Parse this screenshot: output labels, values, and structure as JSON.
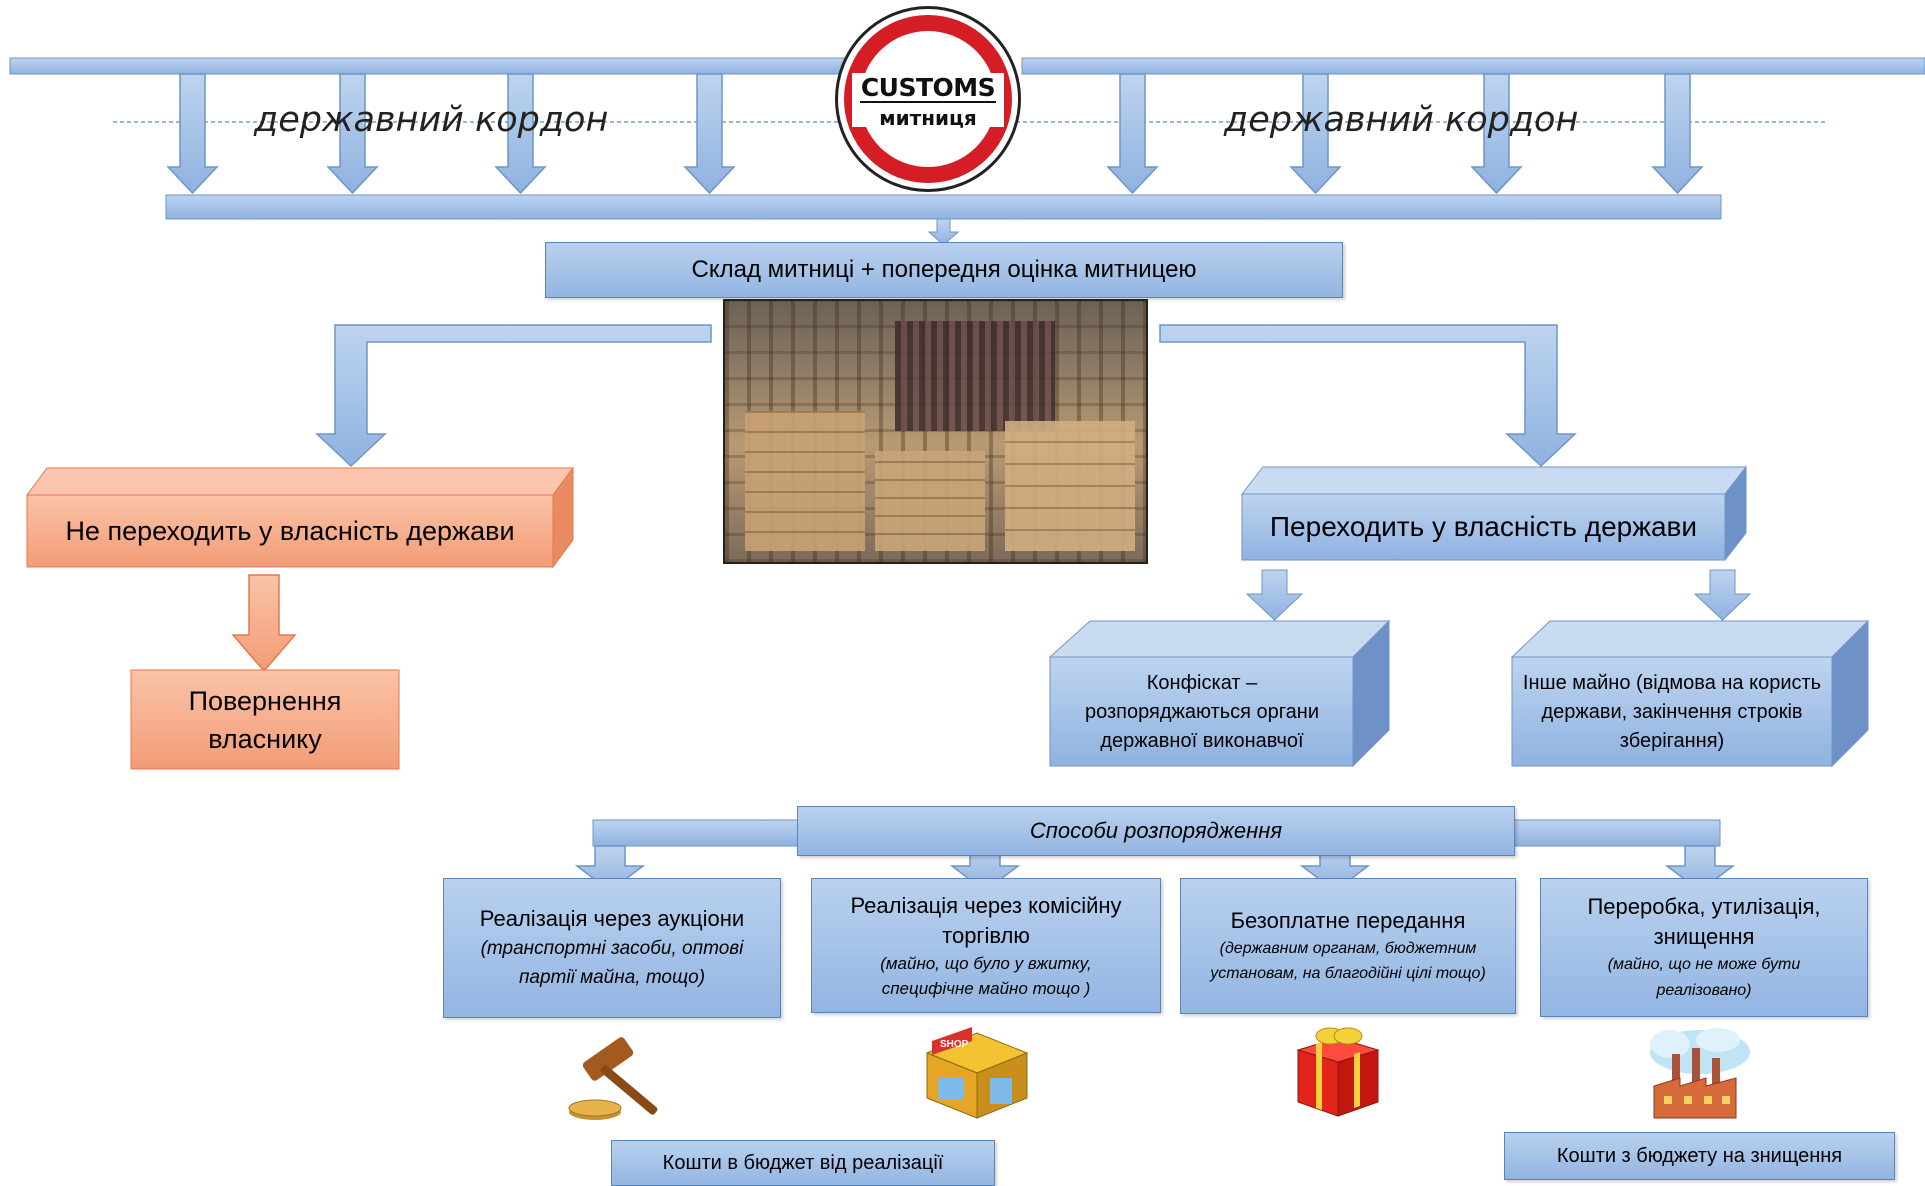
{
  "customs_sign": {
    "top": "CUSTOMS",
    "bottom": "митниця"
  },
  "border": {
    "left_label": "державний кордон",
    "right_label": "державний кордон"
  },
  "warehouse": {
    "label": "Склад митниці + попередня оцінка митницею"
  },
  "not_state": {
    "label": "Не переходить у власність держави",
    "result": "Повернення власнику"
  },
  "state": {
    "label": "Переходить у власність держави",
    "confiscation": "Конфіскат – розпоряджаються органи державної виконавчої",
    "other_property": "Інше майно (відмова на користь держави, закінчення строків зберігання)"
  },
  "disposal": {
    "title": "Способи розпорядження",
    "methods": [
      {
        "title": "Реалізація через аукціони",
        "note": "(транспортні засоби, оптові партії майна, тощо)",
        "icon": "gavel-icon"
      },
      {
        "title": "Реалізація через комісійну торгівлю",
        "note": "(майно, що було у вжитку, специфічне майно тощо )",
        "icon": "shop-icon"
      },
      {
        "title": "Безоплатне передання",
        "note": "(державним органам, бюджетним установам, на благодійні цілі тощо)",
        "icon": "gift-icon"
      },
      {
        "title": "Переробка, утилізація, знищення",
        "note": "(майно, що не може бути реалізовано)",
        "icon": "factory-icon"
      }
    ]
  },
  "budget": {
    "income": "Кошти в бюджет від реалізації",
    "expense": "Кошти з бюджету на знищення"
  },
  "colors": {
    "blue": "#9dbbe6",
    "blue_border": "#5b84b8",
    "orange": "#f6a98a",
    "orange_border": "#e07a4f"
  }
}
